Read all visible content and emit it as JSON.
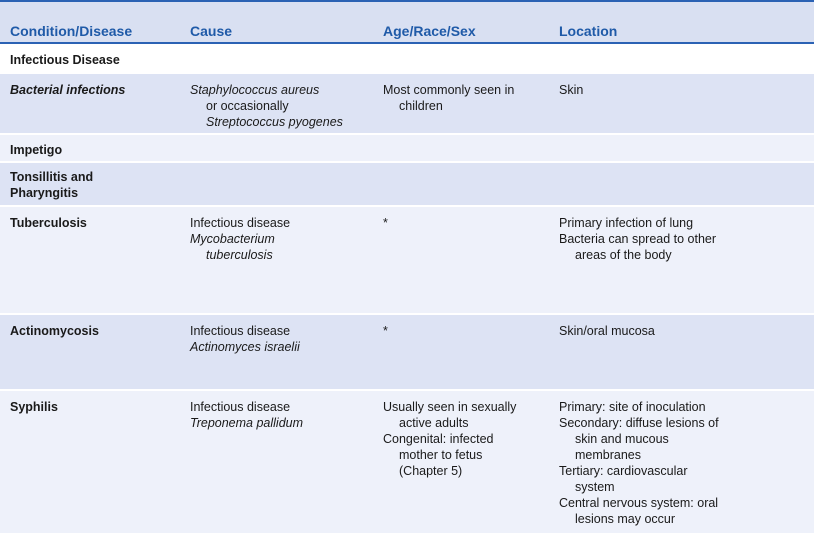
{
  "headers": {
    "condition": "Condition/Disease",
    "cause": "Cause",
    "demographics": "Age/Race/Sex",
    "location": "Location"
  },
  "rows": [
    {
      "condition": [
        "Infectious Disease"
      ],
      "cause": [],
      "demographics": [],
      "location": []
    },
    {
      "condition": [
        "Bacterial infections"
      ],
      "cause": [
        "Staphylococcus aureus",
        "or occasionally",
        "Streptococcus pyogenes"
      ],
      "demographics": [
        "Most commonly seen in",
        "children"
      ],
      "location": [
        "Skin"
      ]
    },
    {
      "condition": [
        "Impetigo"
      ],
      "cause": [],
      "demographics": [],
      "location": []
    },
    {
      "condition": [
        "Tonsillitis and",
        "Pharyngitis"
      ],
      "cause": [],
      "demographics": [],
      "location": []
    },
    {
      "condition": [
        "Tuberculosis"
      ],
      "cause": [
        "Infectious disease",
        "Mycobacterium",
        "tuberculosis"
      ],
      "demographics": [
        "*"
      ],
      "location": [
        "Primary infection of lung",
        "Bacteria can spread to other",
        "areas of the body"
      ]
    },
    {
      "condition": [
        "Actinomycosis"
      ],
      "cause": [
        "Infectious disease",
        "Actinomyces israelii"
      ],
      "demographics": [
        "*"
      ],
      "location": [
        "Skin/oral mucosa"
      ]
    },
    {
      "condition": [
        "Syphilis"
      ],
      "cause": [
        "Infectious disease",
        "Treponema pallidum"
      ],
      "demographics": [
        "Usually seen in sexually",
        "active adults",
        "Congenital: infected",
        "mother to fetus",
        "(Chapter 5)"
      ],
      "location": [
        "Primary: site of inoculation",
        "Secondary: diffuse lesions of",
        "skin and mucous",
        "membranes",
        "Tertiary: cardiovascular",
        "system",
        "Central nervous system: oral",
        "lesions may occur"
      ]
    }
  ]
}
